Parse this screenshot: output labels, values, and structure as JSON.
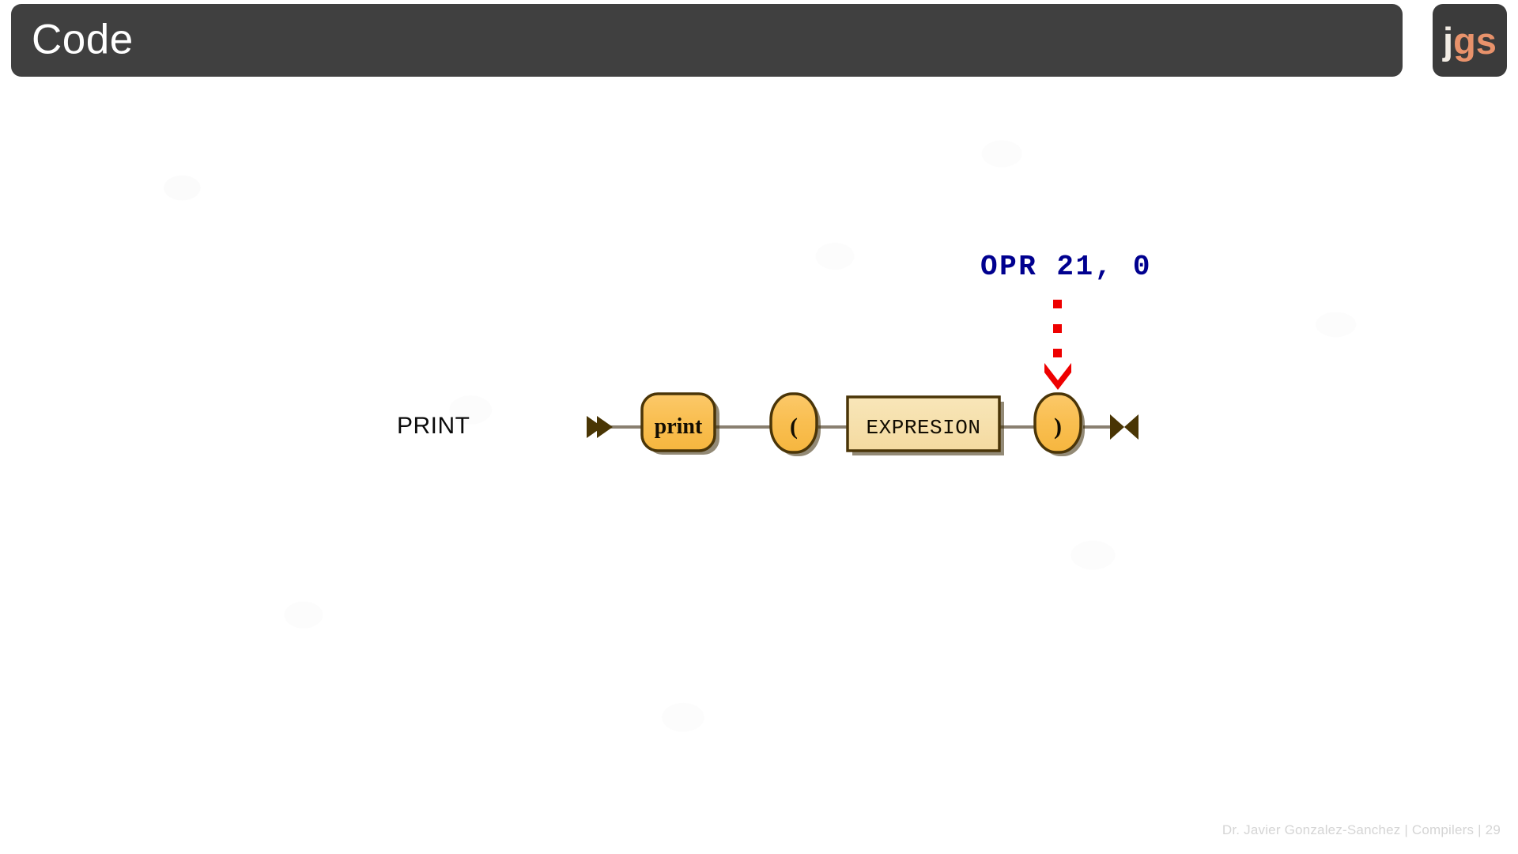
{
  "header": {
    "title": "Code",
    "logo_j": "j",
    "logo_gs": "gs",
    "bar_color": "#404040",
    "logo_color_j": "#f2ece4",
    "logo_color_gs": "#e8926b"
  },
  "diagram": {
    "rule_label": "PRINT",
    "type": "railroad-syntax-diagram",
    "start_marker": "double-triangle-right",
    "end_marker": "bowtie",
    "node_fill": "#f9bf52",
    "nonterminal_fill": "#f6dfa9",
    "node_border": "#4a3508",
    "connector_color": "#8a8070",
    "nodes": [
      {
        "id": "print",
        "label": "print",
        "shape": "rounded-rect",
        "kind": "terminal"
      },
      {
        "id": "lparen",
        "label": "(",
        "shape": "oval",
        "kind": "terminal"
      },
      {
        "id": "expresion",
        "label": "EXPRESION",
        "shape": "rect",
        "kind": "nonterminal"
      },
      {
        "id": "rparen",
        "label": ")",
        "shape": "oval",
        "kind": "terminal"
      }
    ]
  },
  "annotation": {
    "text": "OPR 21, 0",
    "color": "#00008f",
    "arrow_color": "#ee0000",
    "arrow_style": "dotted-down-arrow",
    "points_to": "rparen"
  },
  "footer": {
    "note": "Dr. Javier Gonzalez-Sanchez | Compilers | 29"
  }
}
